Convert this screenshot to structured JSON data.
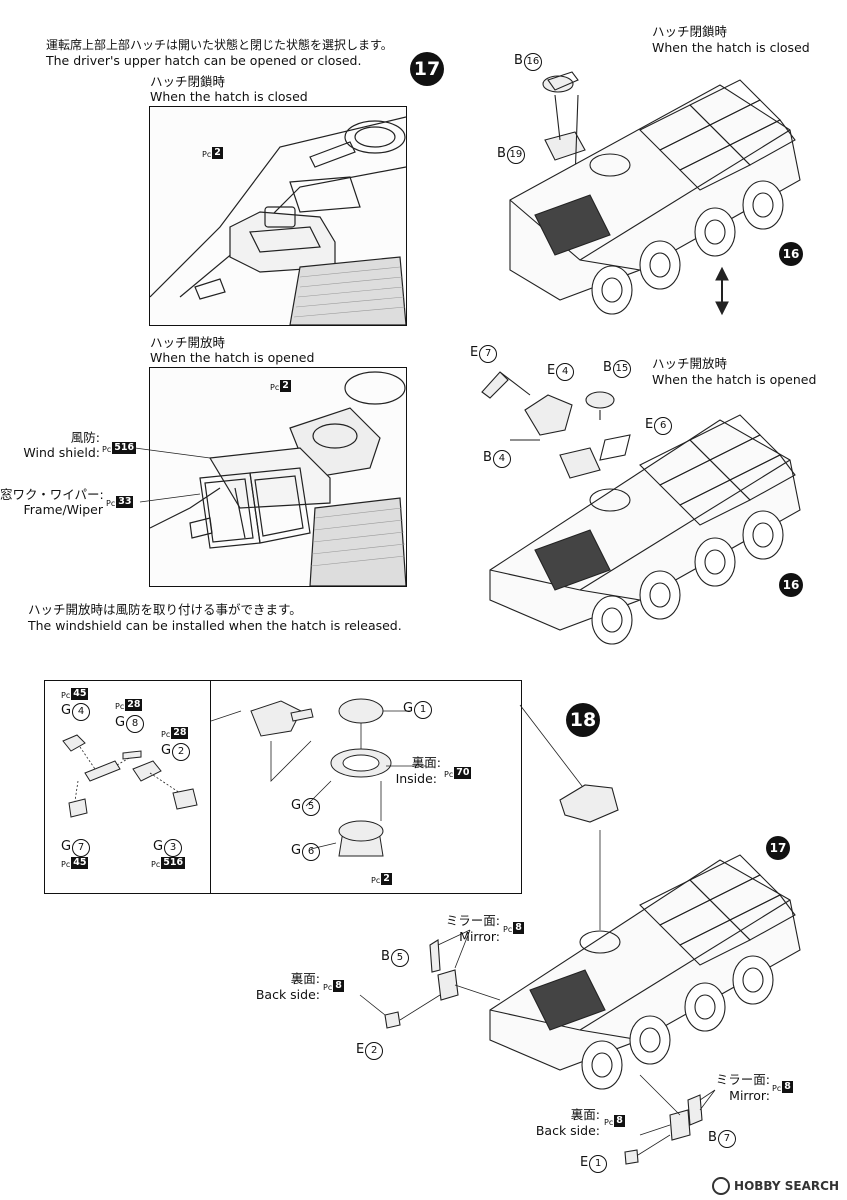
{
  "step17": {
    "number": "17",
    "intro_jp": "運転席上部上部ハッチは開いた状態と閉じた状態を選択します。",
    "intro_en": "The driver's upper hatch can be opened or closed.",
    "closed_jp": "ハッチ閉鎖時",
    "closed_en": "When the hatch is closed",
    "opened_jp": "ハッチ開放時",
    "opened_en": "When the hatch is opened",
    "closed_pc": "2",
    "opened_pc": "2",
    "windshield_jp": "風防:",
    "windshield_en": "Wind shield:",
    "windshield_pc": "516",
    "frame_jp": "窓ワク・ワイパー:",
    "frame_en": "Frame/Wiper",
    "frame_pc": "33",
    "note_jp": "ハッチ開放時は風防を取り付ける事ができます。",
    "note_en": "The windshield can be installed when the hatch is released.",
    "right_closed_jp": "ハッチ閉鎖時",
    "right_closed_en": "When the hatch is closed",
    "right_opened_jp": "ハッチ開放時",
    "right_opened_en": "When the hatch is opened",
    "ref_step": "16",
    "parts_closed": [
      {
        "letter": "B",
        "num": "16"
      },
      {
        "letter": "B",
        "num": "19"
      }
    ],
    "parts_opened": [
      {
        "letter": "E",
        "num": "7"
      },
      {
        "letter": "E",
        "num": "4"
      },
      {
        "letter": "B",
        "num": "15"
      },
      {
        "letter": "E",
        "num": "6"
      },
      {
        "letter": "B",
        "num": "4"
      }
    ]
  },
  "step18": {
    "number": "18",
    "ref_step": "17",
    "gun_parts": [
      {
        "letter": "G",
        "num": "4",
        "pc": "45"
      },
      {
        "letter": "G",
        "num": "8",
        "pc": "28"
      },
      {
        "letter": "G",
        "num": "2",
        "pc": "28"
      },
      {
        "letter": "G",
        "num": "7",
        "pc": "45"
      },
      {
        "letter": "G",
        "num": "3",
        "pc": "516"
      }
    ],
    "turret_parts": [
      {
        "letter": "G",
        "num": "1"
      },
      {
        "letter": "G",
        "num": "5"
      },
      {
        "letter": "G",
        "num": "6"
      }
    ],
    "inside_jp": "裏面:",
    "inside_en": "Inside:",
    "inside_pc": "70",
    "turret_pc": "2",
    "mirror_jp": "ミラー面:",
    "mirror_en": "Mirror:",
    "mirror_pc": "8",
    "back_jp": "裏面:",
    "back_en": "Back side:",
    "back_pc": "8",
    "mirror_parts_left": [
      {
        "letter": "B",
        "num": "5"
      },
      {
        "letter": "E",
        "num": "2"
      }
    ],
    "mirror_parts_right": [
      {
        "letter": "B",
        "num": "7"
      },
      {
        "letter": "E",
        "num": "1"
      }
    ]
  },
  "watermark": "HOBBY SEARCH"
}
